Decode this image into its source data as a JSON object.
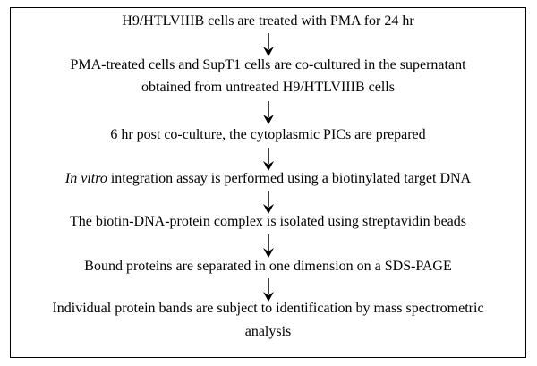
{
  "diagram": {
    "steps": [
      {
        "text": "H9/HTLVIIIB cells are treated with PMA for 24 hr"
      },
      {
        "text_line1": "PMA-treated cells and SupT1 cells are co-cultured in the supernatant",
        "text_line2": "obtained from untreated H9/HTLVIIIB cells"
      },
      {
        "text": "6 hr post co-culture, the cytoplasmic PICs are prepared"
      },
      {
        "italic_part": "In vitro",
        "rest": " integration assay is performed using a biotinylated target DNA"
      },
      {
        "text": "The biotin-DNA-protein complex is isolated using streptavidin beads"
      },
      {
        "text": "Bound proteins are separated in one dimension on a SDS-PAGE"
      },
      {
        "text_line1": "Individual protein bands are subject to identification by mass spectrometric",
        "text_line2": "analysis"
      }
    ],
    "arrow_color": "#000000",
    "border_color": "#000000"
  }
}
